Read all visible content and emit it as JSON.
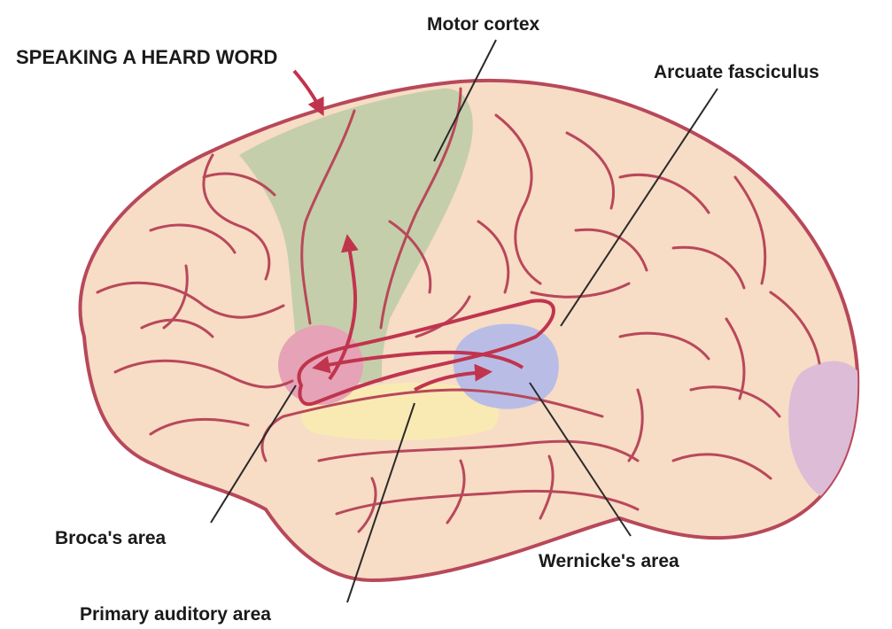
{
  "title": "SPEAKING A HEARD WORD",
  "labels": {
    "motor_cortex": "Motor cortex",
    "arcuate_fasciculus": "Arcuate fasciculus",
    "brocas_area": "Broca's area",
    "primary_auditory_area": "Primary auditory area",
    "wernickes_area": "Wernicke's area"
  },
  "colors": {
    "brain_fill": "#f7dcc6",
    "gyri_line": "#b8485a",
    "motor_cortex": "#c5ceaa",
    "brocas_area": "#e6a2b6",
    "wernickes_area": "#b9bde6",
    "auditory_area": "#f9eab4",
    "visual_area": "#dcbcd6",
    "pathway_arrow": "#c0344e",
    "leader_line": "#2a2a2a"
  }
}
